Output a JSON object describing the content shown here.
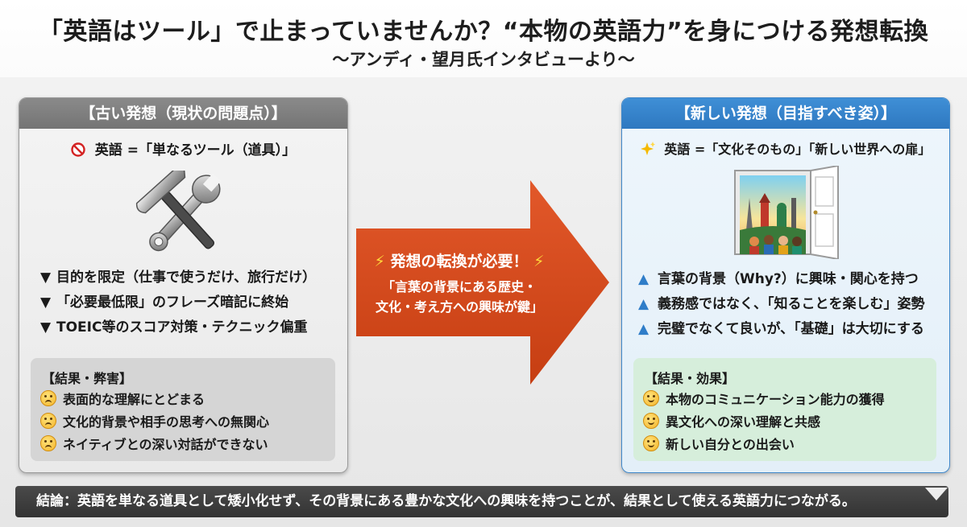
{
  "header": {
    "title": "「英語はツール」で止まっていませんか？“本物の英語力”を身につける発想転換",
    "subtitle": "〜アンディ・望月氏インタビューより〜"
  },
  "left_panel": {
    "heading": "【古い発想（現状の問題点）】",
    "claim_icon": "prohibited-icon",
    "claim": "英語 =「単なるツール（道具）」",
    "illustration": "wrench-and-hammer",
    "points": [
      "目的を限定（仕事で使うだけ、旅行だけ）",
      "「必要最低限」のフレーズ暗記に終始",
      "TOEIC等のスコア対策・テクニック偏重"
    ],
    "point_marker": "▼",
    "result_title": "【結果・弊害】",
    "results": [
      "表面的な理解にとどまる",
      "文化的背景や相手の思考への無関心",
      "ネイティブとの深い対話ができない"
    ]
  },
  "arrow": {
    "heading": "発想の転換が必要！",
    "quote_line1": "「言葉の背景にある歴史・",
    "quote_line2": "文化・考え方への興味が鍵」",
    "color": "#d94a1a"
  },
  "right_panel": {
    "heading": "【新しい発想（目指すべき姿）】",
    "claim_icon": "sparkles-icon",
    "claim": "英語 =「文化そのもの」「新しい世界への扉」",
    "illustration": "open-door-to-world",
    "points": [
      "言葉の背景（Why?）に興味・関心を持つ",
      "義務感ではなく、「知ることを楽しむ」姿勢",
      "完璧でなくて良いが、「基礎」は大切にする"
    ],
    "point_marker": "▲",
    "result_title": "【結果・効果】",
    "results": [
      "本物のコミュニケーション能力の獲得",
      "異文化への深い理解と共感",
      "新しい自分との出会い"
    ]
  },
  "conclusion": "結論：英語を単なる道具として矮小化せず、その背景にある豊かな文化への興味を持つことが、結果として使える英語力につながる。"
}
